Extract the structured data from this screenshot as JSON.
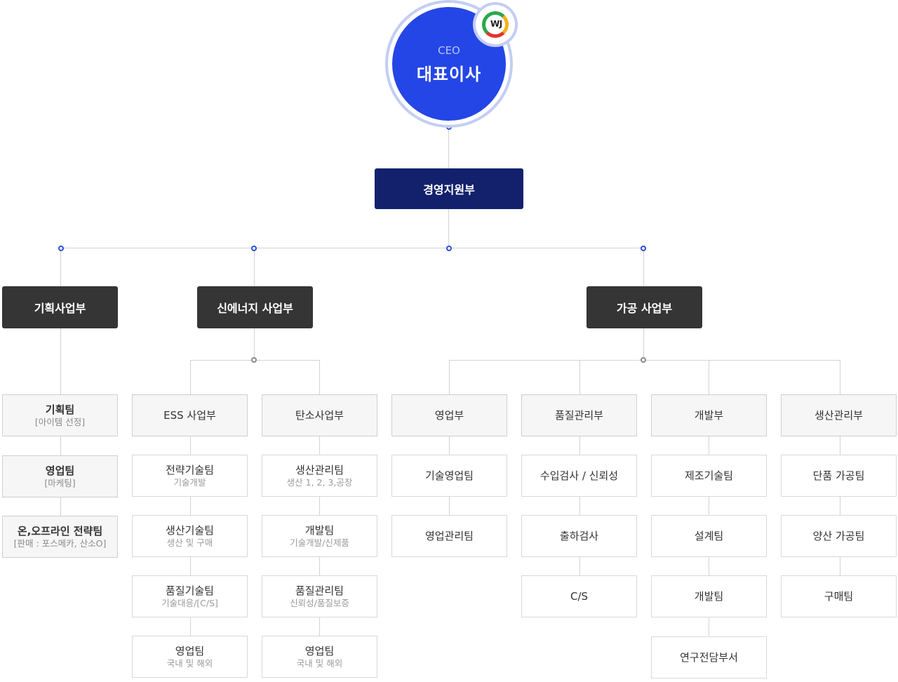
{
  "ceo": {
    "en": "CEO",
    "ko": "대표이사",
    "logo_text": "WJ"
  },
  "management": "경영지원부",
  "divisions": [
    "기획사업부",
    "신에너지 사업부",
    "가공 사업부"
  ],
  "planning": [
    {
      "name": "기획팀",
      "sub": "[아이템 선정]"
    },
    {
      "name": "영업팀",
      "sub": "[마케팅]"
    },
    {
      "name": "온,오프라인 전략팀",
      "sub": "[판매 : 포스메카, 산소O]"
    }
  ],
  "energy": {
    "ess": {
      "name": "ESS 사업부",
      "teams": [
        {
          "name": "전략기술팀",
          "sub": "기술개발"
        },
        {
          "name": "생산기술팀",
          "sub": "생산 및 구매"
        },
        {
          "name": "품질기술팀",
          "sub": "기술대응/[C/S]"
        },
        {
          "name": "영업팀",
          "sub": "국내 및 해외"
        }
      ]
    },
    "carbon": {
      "name": "탄소사업부",
      "teams": [
        {
          "name": "생산관리팀",
          "sub": "생산 1, 2, 3,공장"
        },
        {
          "name": "개발팀",
          "sub": "기술개발/신제품"
        },
        {
          "name": "품질관리팀",
          "sub": "신뢰성/품질보증"
        },
        {
          "name": "영업팀",
          "sub": "국내 및 해외"
        }
      ]
    }
  },
  "processing": [
    {
      "name": "영업부",
      "teams": [
        "기술영업팀",
        "영업관리팀"
      ]
    },
    {
      "name": "품질관리부",
      "teams": [
        "수입검사 / 신뢰성",
        "출하검사",
        "C/S"
      ]
    },
    {
      "name": "개발부",
      "teams": [
        "제조기술팀",
        "설계팀",
        "개발팀",
        "연구전담부서"
      ]
    },
    {
      "name": "생산관리부",
      "teams": [
        "단품 가공팀",
        "양산 가공팀",
        "구매팀"
      ]
    }
  ],
  "colors": {
    "ceo": "#2446e6",
    "management": "#13216d",
    "division": "#353535",
    "connector_dot": "#2a4fd8"
  }
}
